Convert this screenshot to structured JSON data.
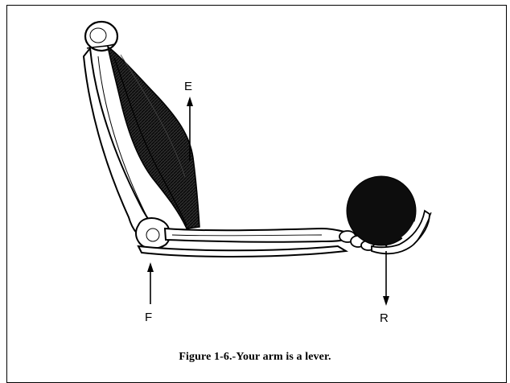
{
  "labels": {
    "effort": "E",
    "fulcrum": "F",
    "resistance": "R"
  },
  "caption": "Figure 1-6.-Your arm is a lever.",
  "colors": {
    "ink": "#000000",
    "paper": "#ffffff",
    "muscle": "#1a1a1a"
  }
}
